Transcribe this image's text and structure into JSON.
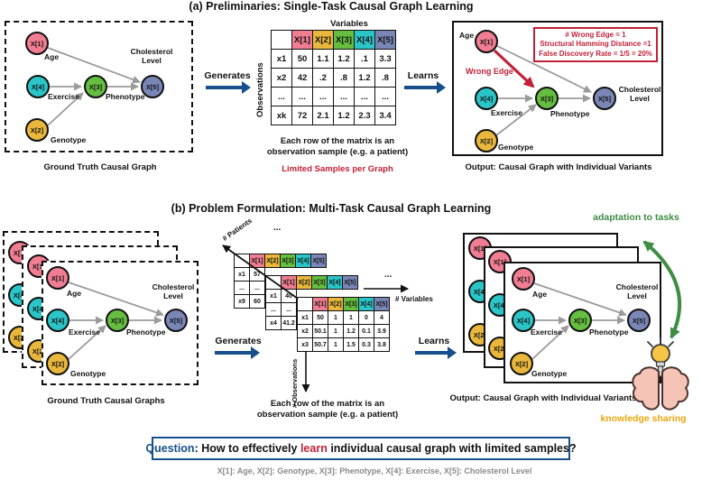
{
  "nodes": {
    "x1": {
      "id": "X[1]",
      "name": "Age",
      "color": "#F07D92"
    },
    "x2": {
      "id": "X[2]",
      "name": "Genotype",
      "color": "#E9B73C"
    },
    "x3": {
      "id": "X[3]",
      "name": "Phenotype",
      "color": "#65BE3F"
    },
    "x4": {
      "id": "X[4]",
      "name": "Exercise",
      "color": "#2BC4C7"
    },
    "x5": {
      "id": "X[5]",
      "name": "Cholesterol Level",
      "color": "#7A87B6"
    }
  },
  "causal_graph": {
    "true_edges": [
      "X[1]->X[5]",
      "X[4]->X[3]",
      "X[2]->X[3]",
      "X[3]->X[5]"
    ],
    "wrong_edge": "X[1]->X[3]"
  },
  "colors": {
    "navy_arrow": "#174F8C",
    "red_accent": "#C22038",
    "green_accent": "#3F8C44",
    "gold_accent": "#EBA70B",
    "edge_gray": "#9B9B9B"
  },
  "panel_a": {
    "title": "(a) Preliminaries: Single-Task Causal Graph Learning",
    "ground_truth_caption": "Ground Truth Causal Graph",
    "generates_label": "Generates",
    "learns_label": "Learns",
    "matrix": {
      "variables_axis": "Variables",
      "observations_axis": "Observations",
      "columns": [
        "X[1]",
        "X[2]",
        "X[3]",
        "X[4]",
        "X[5]"
      ],
      "rows": [
        {
          "label": "x1",
          "values": [
            "50",
            "1.1",
            "1.2",
            ".1",
            "3.3"
          ]
        },
        {
          "label": "x2",
          "values": [
            "42",
            ".2",
            ".8",
            "1.2",
            ".8"
          ]
        },
        {
          "label": "...",
          "values": [
            "...",
            "...",
            "...",
            "...",
            "..."
          ]
        },
        {
          "label": "xk",
          "values": [
            "72",
            "2.1",
            "1.2",
            "2.3",
            "3.4"
          ]
        }
      ],
      "caption_line1": "Each row of the matrix is an",
      "caption_line2": "observation sample (e.g. a patient)",
      "warning": "Limited Samples per Graph"
    },
    "output": {
      "caption": "Output: Causal Graph with Individual Variants",
      "wrong_edge_label": "Wrong Edge",
      "metrics_line1": "# Wrong Edge = 1",
      "metrics_line2": "Structural Hamming Distance =1",
      "metrics_line3": "False Discovery Rate = 1/5 = 20%"
    }
  },
  "panel_b": {
    "title": "(b) Problem Formulation: Multi-Task Causal Graph Learning",
    "ground_truth_caption": "Ground Truth Causal Graphs",
    "generates_label": "Generates",
    "learns_label": "Learns",
    "output_caption": "Output: Causal Graph with Individual Variants",
    "adaptation_label": "adaptation to tasks",
    "knowledge_label": "knowledge sharing",
    "matrices": {
      "patients_axis": "# Patients",
      "variables_axis": "# Variables",
      "observations_axis": "# Observations",
      "ellipsis_top": "...",
      "ellipsis_right": "...",
      "columns": [
        "X[1]",
        "X[2]",
        "X[3]",
        "X[4]",
        "X[5]"
      ],
      "back": {
        "rows": [
          {
            "label": "x1",
            "value": "57"
          },
          {
            "label": "...",
            "value": "..."
          },
          {
            "label": "x9",
            "value": "60"
          }
        ]
      },
      "middle": {
        "rows": [
          {
            "label": "x1",
            "value": "40"
          },
          {
            "label": "...",
            "value": "..."
          },
          {
            "label": "x4",
            "value": "41.2"
          }
        ]
      },
      "front": {
        "rows": [
          {
            "label": "x1",
            "values": [
              "50",
              "1",
              "1",
              "0",
              "4"
            ]
          },
          {
            "label": "x2",
            "values": [
              "50.1",
              "1",
              "1.2",
              "0.1",
              "3.9"
            ]
          },
          {
            "label": "x3",
            "values": [
              "50.7",
              "1",
              "1.5",
              "0.3",
              "3.8"
            ]
          }
        ]
      },
      "caption_line1": "Each row of the matrix is an",
      "caption_line2": "observation sample (e.g. a patient)"
    }
  },
  "question": {
    "q_label": "Question",
    "part1": ": How to effectively ",
    "highlight": "learn",
    "part2": " individual causal graph with limited samples?"
  },
  "footer": "X[1]: Age, X[2]: Genotype, X[3]: Phenotype, X[4]: Exercise, X[5]: Cholesterol Level"
}
